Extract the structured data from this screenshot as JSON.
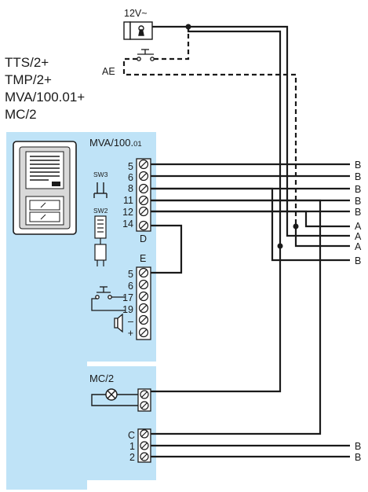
{
  "kit_title": [
    "TTS/2+",
    "TMP/2+",
    "MVA/100.01+",
    "MC/2"
  ],
  "supply_label": "12V~",
  "ae_label": "AE",
  "module_mva": {
    "name_main": "MVA/100.",
    "name_sub": "01",
    "sw3_label": "SW3",
    "sw2_label": "SW2",
    "block_d_label": "D",
    "block_e_label": "E",
    "terminals_d": [
      "5",
      "6",
      "8",
      "11",
      "12",
      "14"
    ],
    "terminals_e": [
      "5",
      "6",
      "17",
      "19",
      "–",
      "+"
    ]
  },
  "module_mc": {
    "name": "MC/2",
    "terminals_c": [
      "C",
      "1",
      "2"
    ]
  },
  "line_labels": [
    "B",
    "B",
    "B",
    "B",
    "B",
    "A",
    "A",
    "A",
    "B"
  ],
  "bottom_labels": [
    "B",
    "B"
  ],
  "colors": {
    "panel": "#bfe3f7",
    "wire": "#1a1a1a",
    "device_body": "#d9d9d9"
  }
}
